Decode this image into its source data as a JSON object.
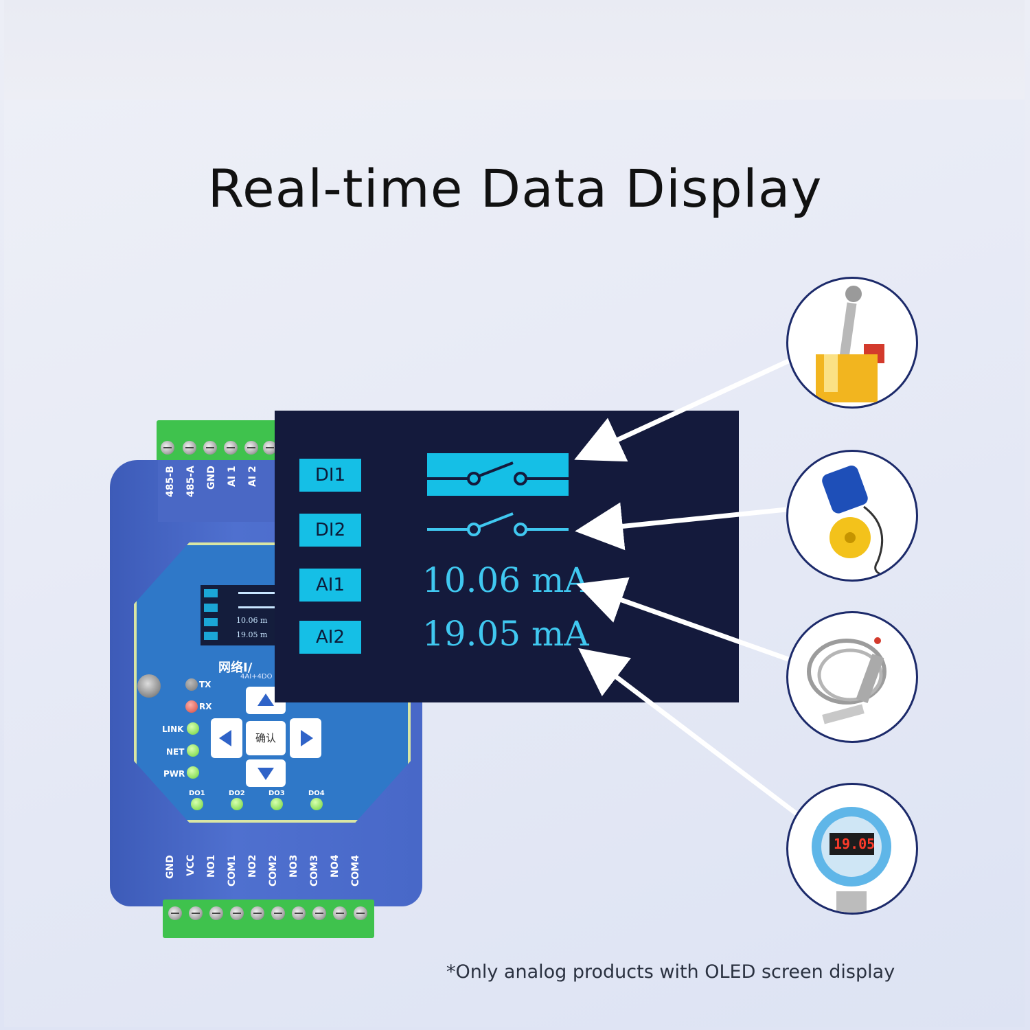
{
  "title": "Real-time Data Display",
  "footnote": "*Only analog products with OLED screen display",
  "device": {
    "top_labels": [
      "485-B",
      "485-A",
      "GND",
      "AI 1",
      "AI 2"
    ],
    "bottom_labels": [
      "GND",
      "VCC",
      "NO1",
      "COM1",
      "NO2",
      "COM2",
      "NO3",
      "COM3",
      "NO4",
      "COM4"
    ],
    "brand": "网络I/",
    "brand_sub": "4AI+4DO",
    "mini_screen": {
      "ai1": "10.06 m",
      "ai2": "19.05 m"
    },
    "indicators": [
      "TX",
      "RX",
      "LINK",
      "NET",
      "PWR"
    ],
    "do_leds": [
      "DO1",
      "DO2",
      "DO3",
      "DO4"
    ],
    "confirm": "确认"
  },
  "display": {
    "rows": [
      {
        "tag": "DI1",
        "type": "switch-closed"
      },
      {
        "tag": "DI2",
        "type": "switch-open"
      },
      {
        "tag": "AI1",
        "value": "10.06 mA"
      },
      {
        "tag": "AI2",
        "value": "19.05 mA"
      }
    ]
  },
  "sensors": {
    "meter_readout": "19.05"
  },
  "colors": {
    "oled_bg": "#141a3c",
    "tag_bg": "#15bfe6",
    "reading": "#40c8f0",
    "device_body": "#4a68c5",
    "terminal": "#3fc24d"
  }
}
